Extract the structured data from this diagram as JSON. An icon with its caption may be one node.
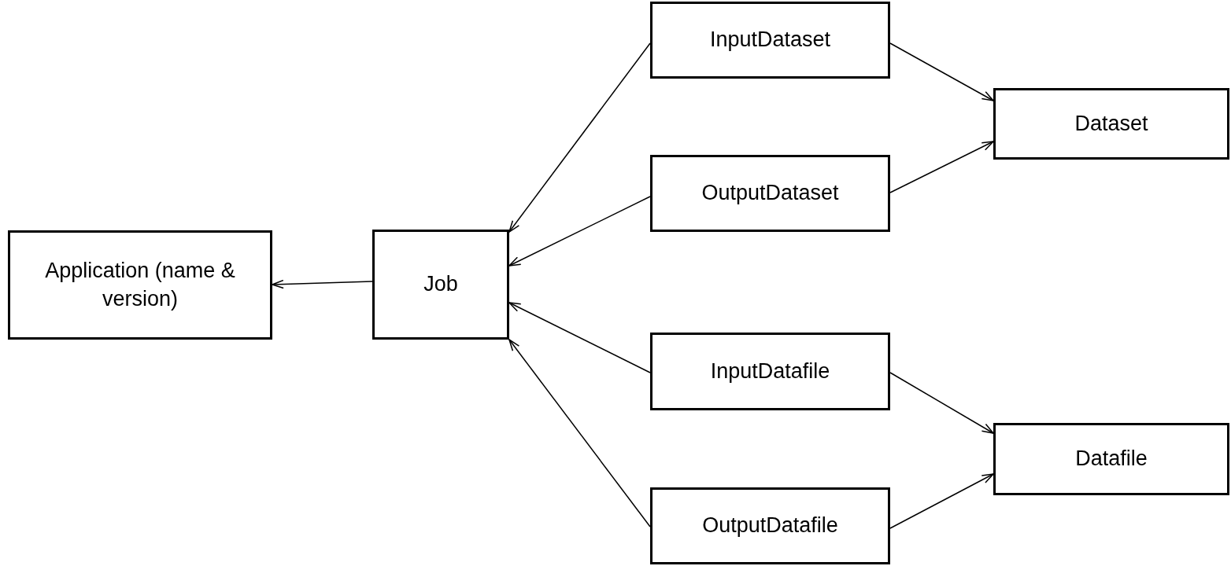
{
  "diagram": {
    "nodes": [
      {
        "text": [
          "Application (name & version)"
        ]
      },
      {
        "text": [
          "Job"
        ]
      },
      {
        "text": [
          "InputDataset"
        ]
      },
      {
        "text": [
          "OutputDataset"
        ]
      },
      {
        "text": [
          "InputDatafile"
        ]
      },
      {
        "text": [
          "OutputDatafile"
        ]
      },
      {
        "text": [
          "Dataset"
        ]
      },
      {
        "text": [
          "Datafile"
        ]
      }
    ],
    "edges": [
      {
        "from": 1,
        "to": 0,
        "arrow": "to"
      },
      {
        "from": 2,
        "to": 1,
        "arrow": "to"
      },
      {
        "from": 3,
        "to": 1,
        "arrow": "to"
      },
      {
        "from": 4,
        "to": 1,
        "arrow": "to"
      },
      {
        "from": 5,
        "to": 1,
        "arrow": "to"
      },
      {
        "from": 2,
        "to": 6,
        "arrow": "to"
      },
      {
        "from": 3,
        "to": 6,
        "arrow": "to"
      },
      {
        "from": 4,
        "to": 7,
        "arrow": "to"
      },
      {
        "from": 5,
        "to": 7,
        "arrow": "to"
      }
    ]
  }
}
